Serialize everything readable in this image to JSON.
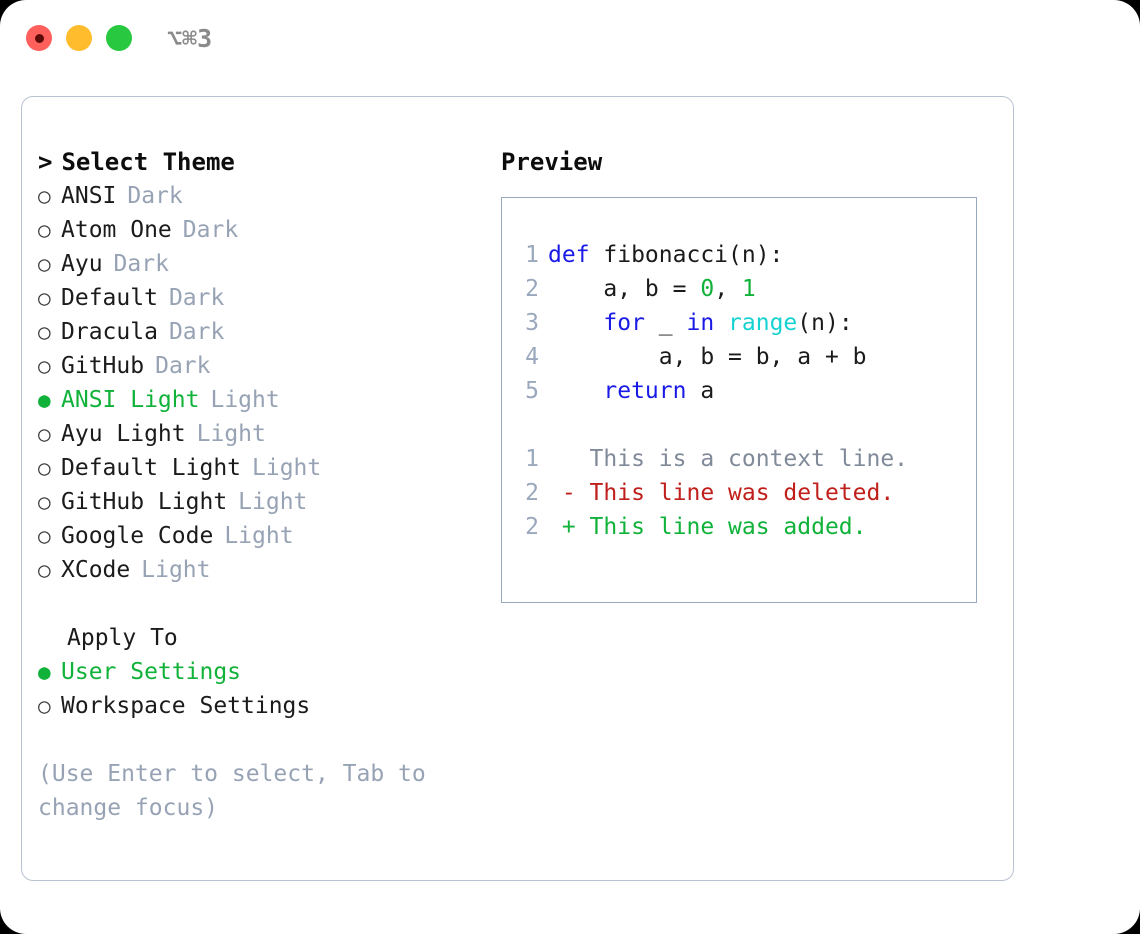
{
  "titlebar": {
    "lights": [
      {
        "name": "close-button",
        "color": "#ff605c"
      },
      {
        "name": "minimize-button",
        "color": "#ffbd2e"
      },
      {
        "name": "maximize-button",
        "color": "#28c840"
      }
    ],
    "shortcut": "⌥⌘3"
  },
  "colors": {
    "accent_green": "#11b23a",
    "muted_grey": "#97a3b5",
    "keyword_blue": "#1a1ae6",
    "function_cyan": "#16d2d2",
    "diff_delete_red": "#c0201c",
    "diff_add_green": "#11b23a",
    "border": "#b9c2d0",
    "preview_border": "#9aa8bd"
  },
  "left": {
    "heading": "Select Theme",
    "caret": ">",
    "bullet_unselected": "○",
    "bullet_selected": "●",
    "themes": [
      {
        "label": "ANSI",
        "suffix": "Dark",
        "selected": false
      },
      {
        "label": "Atom One",
        "suffix": "Dark",
        "selected": false
      },
      {
        "label": "Ayu",
        "suffix": "Dark",
        "selected": false
      },
      {
        "label": "Default",
        "suffix": "Dark",
        "selected": false
      },
      {
        "label": "Dracula",
        "suffix": "Dark",
        "selected": false
      },
      {
        "label": "GitHub",
        "suffix": "Dark",
        "selected": false
      },
      {
        "label": "ANSI Light",
        "suffix": "Light",
        "selected": true
      },
      {
        "label": "Ayu Light",
        "suffix": "Light",
        "selected": false
      },
      {
        "label": "Default Light",
        "suffix": "Light",
        "selected": false
      },
      {
        "label": "GitHub Light",
        "suffix": "Light",
        "selected": false
      },
      {
        "label": "Google Code",
        "suffix": "Light",
        "selected": false
      },
      {
        "label": "XCode",
        "suffix": "Light",
        "selected": false
      }
    ],
    "apply_to_title": "Apply To",
    "apply_to_options": [
      {
        "label": "User Settings",
        "selected": true
      },
      {
        "label": "Workspace Settings",
        "selected": false
      }
    ],
    "hint": "(Use Enter to select, Tab to change focus)"
  },
  "right": {
    "heading": "Preview",
    "code": [
      {
        "lineno": "1",
        "tokens": [
          {
            "t": "def",
            "c": "kw"
          },
          {
            "t": " fibonacci(n):",
            "c": "pl"
          }
        ]
      },
      {
        "lineno": "2",
        "tokens": [
          {
            "t": "    a, b = ",
            "c": "pl"
          },
          {
            "t": "0",
            "c": "num"
          },
          {
            "t": ", ",
            "c": "pl"
          },
          {
            "t": "1",
            "c": "num"
          }
        ]
      },
      {
        "lineno": "3",
        "tokens": [
          {
            "t": "    ",
            "c": "pl"
          },
          {
            "t": "for",
            "c": "kw"
          },
          {
            "t": " _ ",
            "c": "pl"
          },
          {
            "t": "in",
            "c": "kw"
          },
          {
            "t": " ",
            "c": "pl"
          },
          {
            "t": "range",
            "c": "fn"
          },
          {
            "t": "(n):",
            "c": "pl"
          }
        ]
      },
      {
        "lineno": "4",
        "tokens": [
          {
            "t": "        a, b = b, a + b",
            "c": "pl"
          }
        ]
      },
      {
        "lineno": "5",
        "tokens": [
          {
            "t": "    ",
            "c": "pl"
          },
          {
            "t": "return",
            "c": "kw"
          },
          {
            "t": " a",
            "c": "pl"
          }
        ]
      }
    ],
    "diff": [
      {
        "lineno": "1",
        "marker": " ",
        "text": "This is a context line.",
        "kind": "ctx"
      },
      {
        "lineno": "2",
        "marker": "-",
        "text": "This line was deleted.",
        "kind": "del"
      },
      {
        "lineno": "2",
        "marker": "+",
        "text": "This line was added.",
        "kind": "add"
      }
    ]
  }
}
